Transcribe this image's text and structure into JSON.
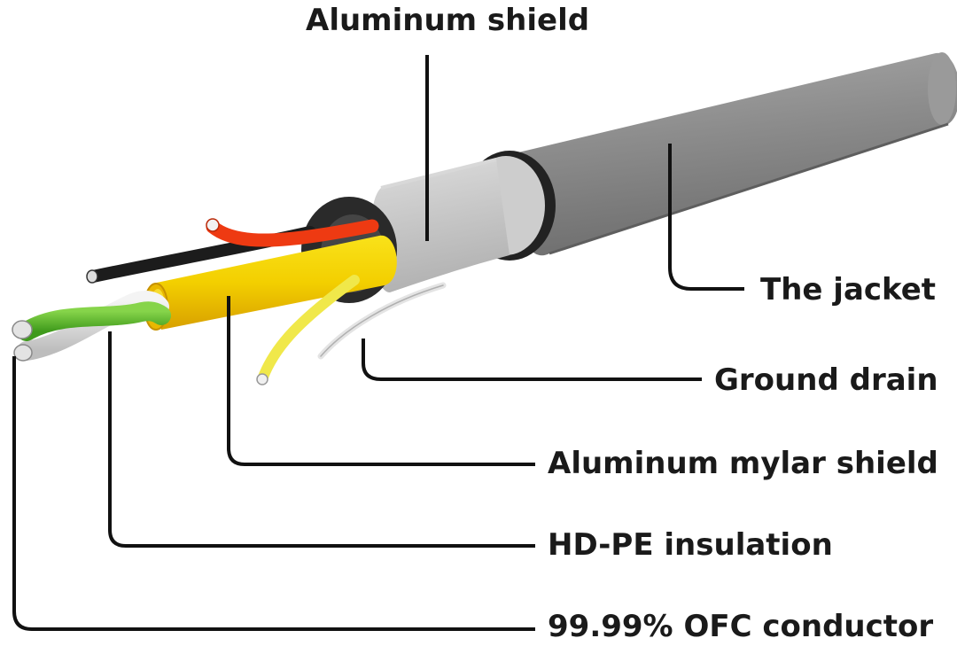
{
  "labels": {
    "aluminum_shield": "Aluminum shield",
    "jacket": "The jacket",
    "ground_drain": "Ground drain",
    "aluminum_mylar_shield": "Aluminum mylar shield",
    "hdpe_insulation": "HD-PE insulation",
    "ofc_conductor": "99.99% OFC conductor"
  },
  "colors": {
    "jacket": "#8c8c8c",
    "aluminum_shield": "#c9c9c9",
    "mylar_shield": "#f2d200",
    "wire_red": "#ee3a12",
    "wire_black": "#1c1c1c",
    "wire_green": "#5fbd2e",
    "wire_white": "#e6e6e6",
    "wire_yellow": "#f0e84a",
    "leader_line": "#111111"
  }
}
